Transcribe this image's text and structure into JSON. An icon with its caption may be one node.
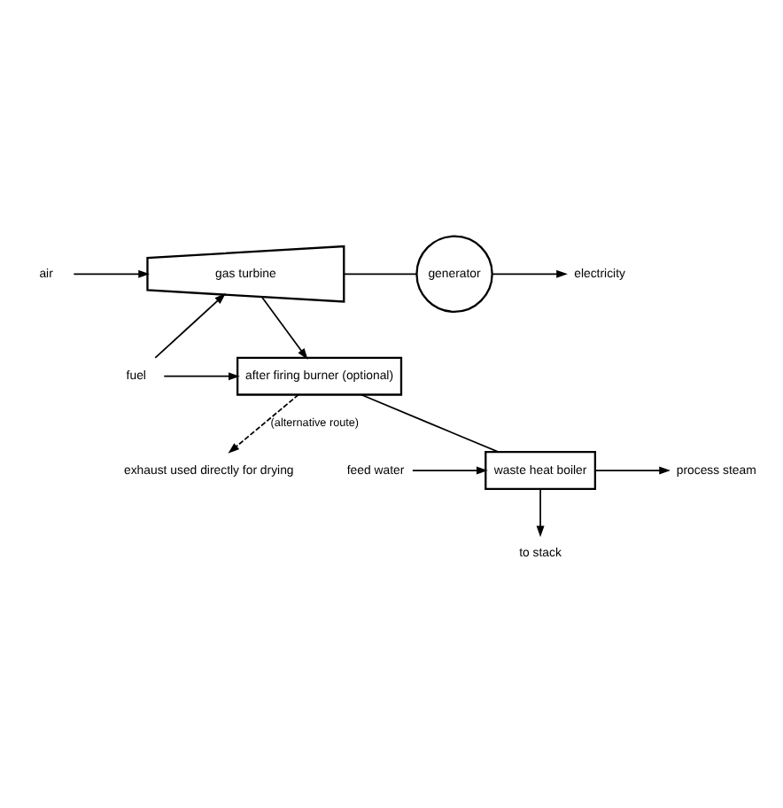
{
  "diagram": {
    "nodes": [
      {
        "text": [
          "air"
        ]
      },
      {
        "text": [
          "gas turbine"
        ]
      },
      {
        "text": [
          "generator"
        ]
      },
      {
        "text": [
          "electricity"
        ]
      },
      {
        "text": [
          "fuel"
        ]
      },
      {
        "text": [
          "after firing burner (optional)"
        ]
      },
      {
        "text": [
          "exhaust used directly for drying"
        ]
      },
      {
        "text": [
          "feed water"
        ]
      },
      {
        "text": [
          "waste heat boiler"
        ]
      },
      {
        "text": [
          "process steam"
        ]
      },
      {
        "text": [
          "to stack"
        ]
      }
    ],
    "edges": [
      {
        "from": 0,
        "to": 1,
        "arrow": "to"
      },
      {
        "from": 1,
        "to": 2,
        "arrow": "none"
      },
      {
        "from": 2,
        "to": 3,
        "arrow": "to"
      },
      {
        "from": 4,
        "to": 1,
        "arrow": "to"
      },
      {
        "from": 4,
        "to": 5,
        "arrow": "to"
      },
      {
        "from": 1,
        "to": 5,
        "arrow": "to"
      },
      {
        "from": 5,
        "to": 8,
        "arrow": "none"
      },
      {
        "from": 5,
        "to": 6,
        "arrow": "to",
        "style": "dashed",
        "label": "(alternative route)"
      },
      {
        "from": 7,
        "to": 8,
        "arrow": "to"
      },
      {
        "from": 8,
        "to": 9,
        "arrow": "to"
      },
      {
        "from": 8,
        "to": 10,
        "arrow": "to"
      }
    ]
  }
}
